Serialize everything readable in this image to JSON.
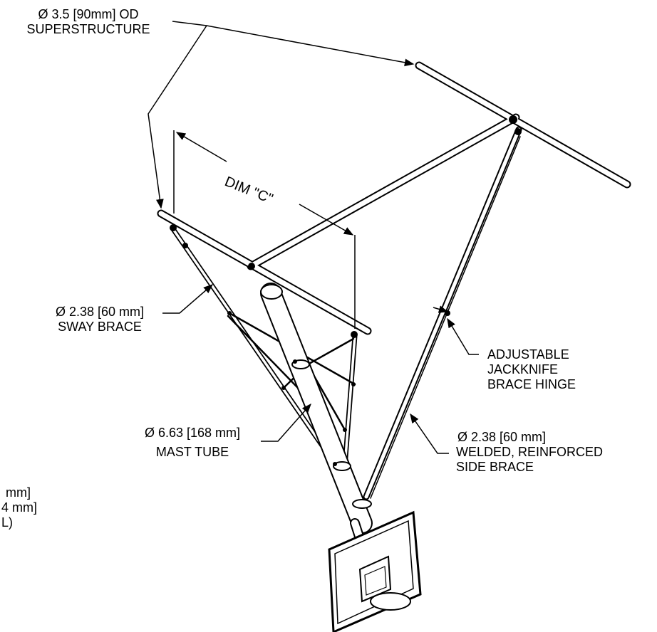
{
  "callouts": {
    "superstructure": [
      "Ø 3.5 [90mm] OD",
      "SUPERSTRUCTURE"
    ],
    "dim_c": "DIM \"C\"",
    "sway_brace": [
      "Ø 2.38 [60 mm]",
      "SWAY BRACE"
    ],
    "mast_tube": [
      "Ø 6.63 [168 mm]",
      "MAST TUBE"
    ],
    "jackknife": [
      "ADJUSTABLE",
      "JACKKNIFE",
      "BRACE HINGE"
    ],
    "side_brace": [
      "Ø 2.38 [60 mm]",
      "WELDED, REINFORCED",
      "SIDE BRACE"
    ],
    "cropped_left": [
      "mm]",
      "4 mm]",
      "L)"
    ]
  }
}
